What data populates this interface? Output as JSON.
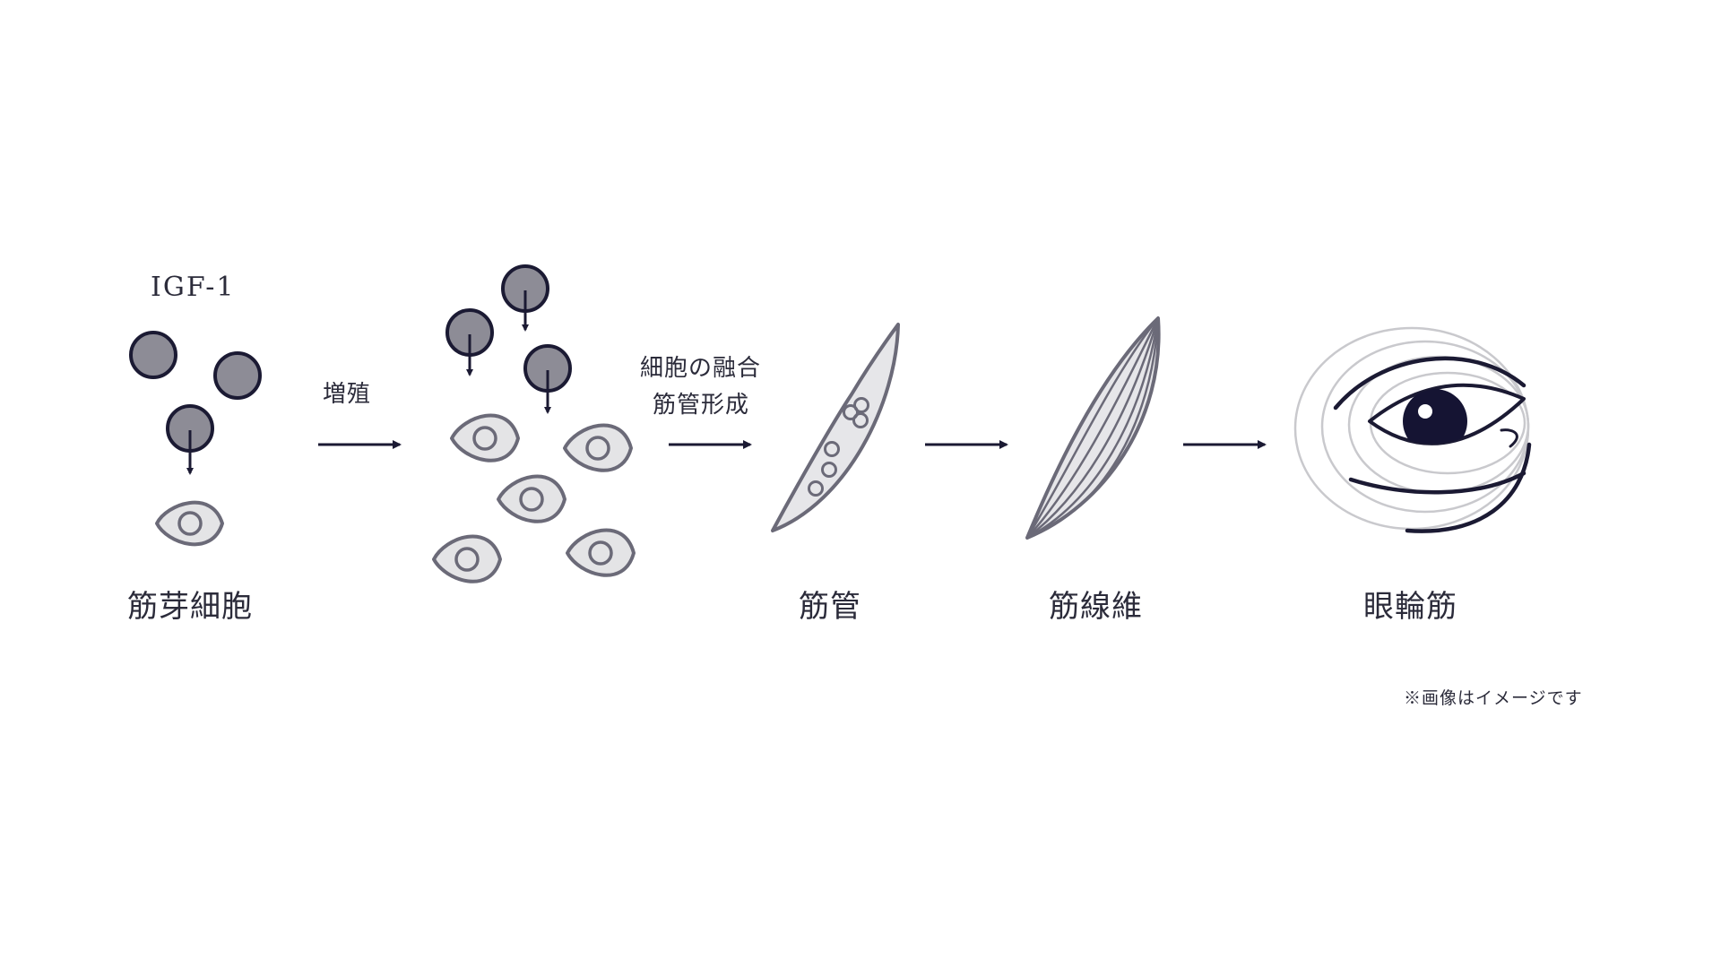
{
  "labels": {
    "igf": "IGF-1",
    "myoblast": "筋芽細胞",
    "proliferation": "増殖",
    "fusion_line1": "細胞の融合",
    "fusion_line2": "筋管形成",
    "myotube": "筋管",
    "muscle_fiber": "筋線維",
    "orbicularis": "眼輪筋",
    "note": "※画像はイメージです"
  },
  "colors": {
    "ink": "#1b1a33",
    "cell_fill": "#e4e4e6",
    "cell_stroke": "#6b6a78",
    "factor_fill": "#8d8c96",
    "fiber_fill": "#e6e6e9",
    "ring_stroke": "#c9c9cd",
    "text": "#2b2b3a"
  },
  "icons": {
    "factor": "igf-1-particle",
    "cell": "myoblast-cell",
    "arrow": "right-arrow",
    "myotube": "myotube-shape",
    "fiber": "muscle-fiber-shape",
    "eye": "eye-with-orbicularis-muscle"
  }
}
